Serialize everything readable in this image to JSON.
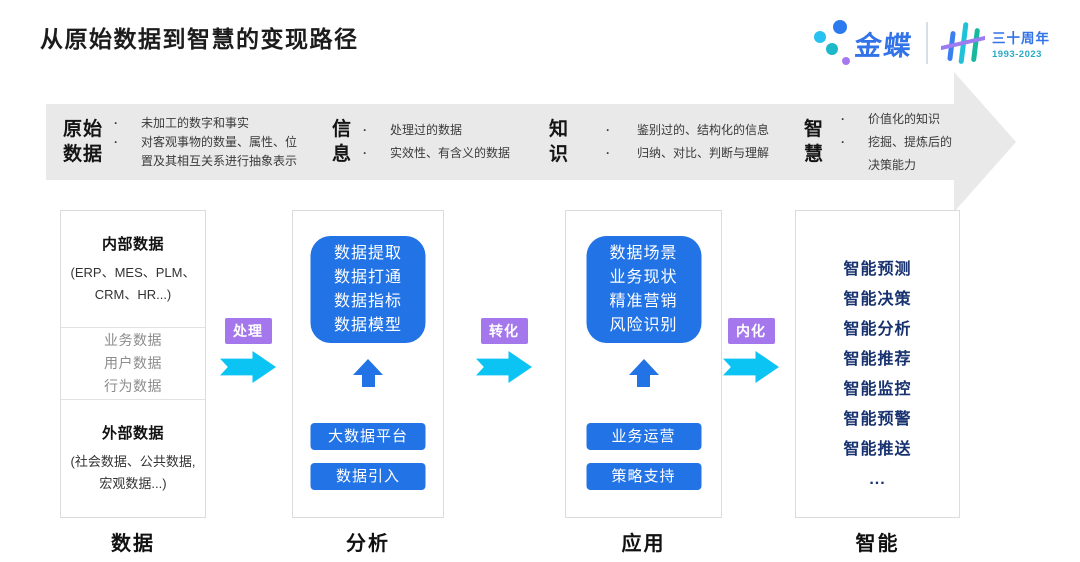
{
  "title": "从原始数据到智慧的变现路径",
  "logo": {
    "brand": "金蝶",
    "anniversary_title": "三十周年",
    "anniversary_years": "1993-2023"
  },
  "glyphs": {
    "bullet": "·",
    "ellipsis": "..."
  },
  "banner": {
    "stages": [
      {
        "label": "原始\n数据",
        "points": [
          "未加工的数字和事实",
          "对客观事物的数量、属性、位置及其相互关系进行抽象表示"
        ]
      },
      {
        "label": "信\n息",
        "points": [
          "处理过的数据",
          "实效性、有含义的数据"
        ]
      },
      {
        "label": "知\n识",
        "points": [
          "鉴别过的、结构化的信息",
          "归纳、对比、判断与理解"
        ]
      },
      {
        "label": "智\n慧",
        "points": [
          "价值化的知识",
          "挖掘、提炼后的决策能力"
        ]
      }
    ]
  },
  "flow_arrows": [
    {
      "label": "处理"
    },
    {
      "label": "转化"
    },
    {
      "label": "内化"
    }
  ],
  "columns": {
    "data": {
      "label": "数据",
      "internal_title": "内部数据",
      "internal_body": "(ERP、MES、PLM、\nCRM、HR...)",
      "middle_items": [
        "业务数据",
        "用户数据",
        "行为数据"
      ],
      "external_title": "外部数据",
      "external_body": "(社会数据、公共数据,\n宏观数据...)"
    },
    "analysis": {
      "label": "分析",
      "big_box": "数据提取\n数据打通\n数据指标\n数据模型",
      "buttons": [
        "大数据平台",
        "数据引入"
      ]
    },
    "application": {
      "label": "应用",
      "big_box": "数据场景\n业务现状\n精准营销\n风险识别",
      "buttons": [
        "业务运营",
        "策略支持"
      ]
    },
    "intelligence": {
      "label": "智能",
      "items": [
        "智能预测",
        "智能决策",
        "智能分析",
        "智能推荐",
        "智能监控",
        "智能预警",
        "智能推送",
        "..."
      ]
    }
  },
  "colors": {
    "primary_blue": "#2273e6",
    "cyan_arrow": "#0cc4f4",
    "purple_label": "#a478ec",
    "navy_text": "#17326f",
    "banner_gray": "#e9e9e9"
  }
}
